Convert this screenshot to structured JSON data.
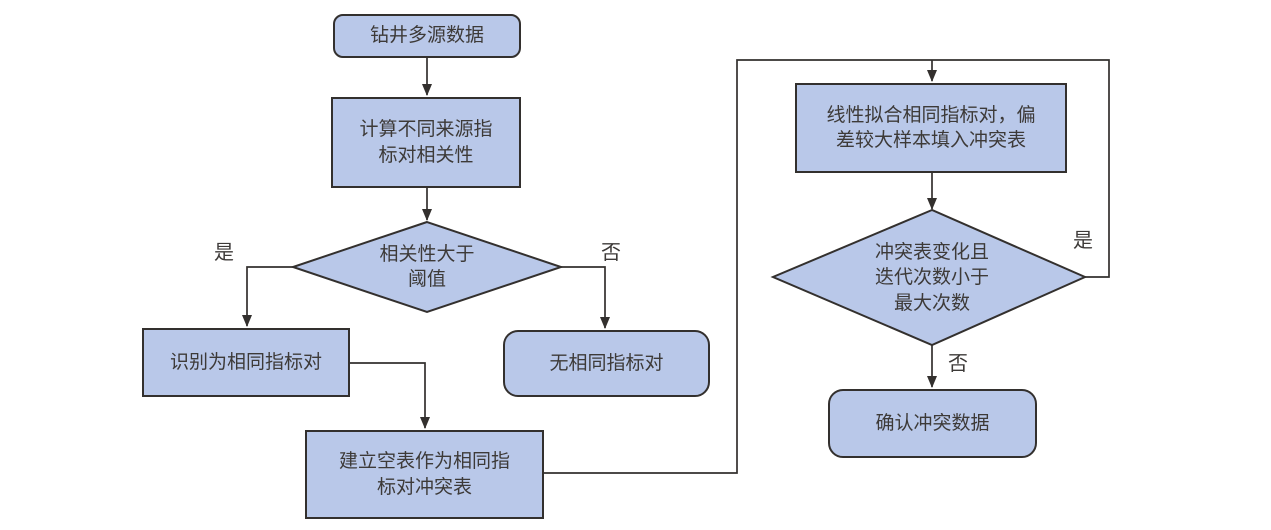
{
  "diagram": {
    "type": "flowchart",
    "language": "zh",
    "colors": {
      "node_fill": "#b9c8e9",
      "node_border": "#33302e",
      "connector": "#33302e",
      "text": "#3d3a38",
      "background": "#ffffff"
    },
    "nodes": {
      "start": {
        "shape": "rounded-rect",
        "label": "钻井多源数据"
      },
      "compute_correlation": {
        "shape": "rect",
        "label": "计算不同来源指标对相关性",
        "lines": [
          "计算不同来源指",
          "标对相关性"
        ]
      },
      "decision_threshold": {
        "shape": "diamond",
        "label": "相关性大于阈值",
        "lines": [
          "相关性大于",
          "阈值"
        ]
      },
      "same_pair": {
        "shape": "rect",
        "label": "识别为相同指标对"
      },
      "no_same_pair": {
        "shape": "rounded-rect",
        "label": "无相同指标对"
      },
      "create_table": {
        "shape": "rect",
        "label": "建立空表作为相同指标对冲突表",
        "lines": [
          "建立空表作为相同指",
          "标对冲突表"
        ]
      },
      "linear_fit": {
        "shape": "rect",
        "label": "线性拟合相同指标对，偏差较大样本填入冲突表",
        "lines": [
          "线性拟合相同指标对，偏",
          "差较大样本填入冲突表"
        ]
      },
      "decision_iterate": {
        "shape": "diamond",
        "label": "冲突表变化且迭代次数小于最大次数",
        "lines": [
          "冲突表变化且",
          "迭代次数小于",
          "最大次数"
        ]
      },
      "confirm_conflict": {
        "shape": "rounded-rect",
        "label": "确认冲突数据"
      }
    },
    "edge_labels": {
      "yes1": "是",
      "no1": "否",
      "yes2": "是",
      "no2": "否"
    },
    "edges": [
      {
        "from": "start",
        "to": "compute_correlation",
        "label": ""
      },
      {
        "from": "compute_correlation",
        "to": "decision_threshold",
        "label": ""
      },
      {
        "from": "decision_threshold",
        "to": "same_pair",
        "label": "是"
      },
      {
        "from": "decision_threshold",
        "to": "no_same_pair",
        "label": "否"
      },
      {
        "from": "same_pair",
        "to": "create_table",
        "label": ""
      },
      {
        "from": "create_table",
        "to": "linear_fit",
        "label": ""
      },
      {
        "from": "linear_fit",
        "to": "decision_iterate",
        "label": ""
      },
      {
        "from": "decision_iterate",
        "to": "linear_fit",
        "label": "是"
      },
      {
        "from": "decision_iterate",
        "to": "confirm_conflict",
        "label": "否"
      }
    ]
  }
}
